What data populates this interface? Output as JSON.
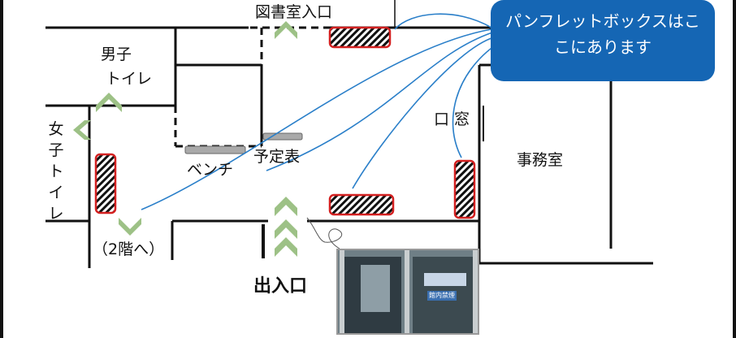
{
  "labels": {
    "library_entrance": "図書室入口",
    "mens_toilet_1": "男子",
    "mens_toilet_2": "トイレ",
    "womens_toilet_1": "女子",
    "womens_toilet_2": "トイレ",
    "window": "口 窓",
    "office": "事務室",
    "schedule": "予定表",
    "bench": "ベンチ",
    "second_floor": "（2階へ）",
    "exit_entrance": "出入口"
  },
  "callout": {
    "text": "パンフレットボックスはここにあります",
    "color": "#1566b4"
  },
  "photo": {
    "sign_text": "館内禁煙"
  },
  "colors": {
    "arrow": "#9dc186",
    "box_border": "#d32020",
    "leader_line": "#2a7fc9",
    "wall": "#111111",
    "furniture": "#a9a9a9"
  }
}
